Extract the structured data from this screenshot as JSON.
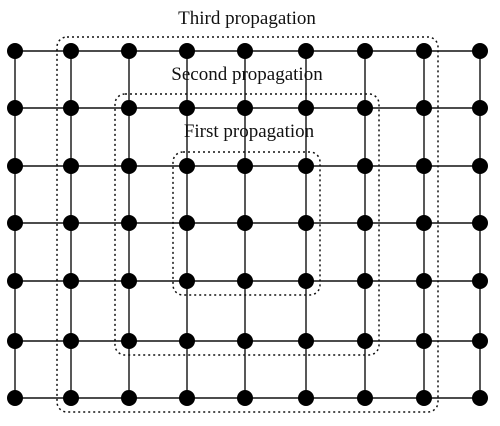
{
  "labels": {
    "first": "First propagation",
    "second": "Second propagation",
    "third": "Third propagation"
  },
  "grid": {
    "columns": 9,
    "rows": 7
  },
  "regions": [
    {
      "name": "first-propagation",
      "col_start": 3,
      "col_end": 5,
      "row_start": 2,
      "row_end": 4
    },
    {
      "name": "second-propagation",
      "col_start": 2,
      "col_end": 6,
      "row_start": 1,
      "row_end": 5
    },
    {
      "name": "third-propagation",
      "col_start": 1,
      "col_end": 7,
      "row_start": 0,
      "row_end": 6
    }
  ],
  "colors": {
    "line": "#111111",
    "node": "#000000",
    "background": "#ffffff"
  }
}
